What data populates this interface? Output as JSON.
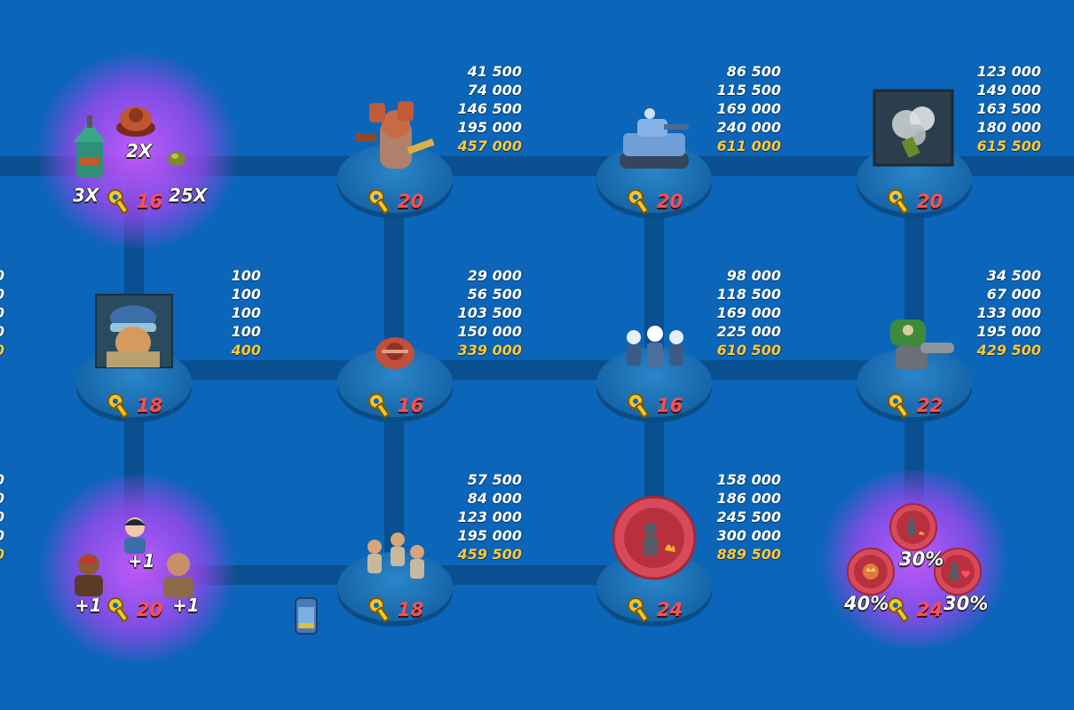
{
  "nodes": {
    "r1c1": {
      "cost": "16",
      "multipliers": [
        "3X",
        "2X",
        "25X"
      ]
    },
    "r1c2": {
      "cost": "20",
      "stats": [
        "41 500",
        "74 000",
        "146 500",
        "195 000"
      ],
      "total": "457 000"
    },
    "r1c3": {
      "cost": "20",
      "stats": [
        "86 500",
        "115 500",
        "169 000",
        "240 000"
      ],
      "total": "611 000"
    },
    "r1c4": {
      "cost": "20",
      "stats": [
        "123 000",
        "149 000",
        "163 500",
        "180 000"
      ],
      "total": "615 500"
    },
    "r2c1": {
      "cost": "18",
      "stats": [
        "100",
        "100",
        "100",
        "100"
      ],
      "total": "400"
    },
    "r2c2": {
      "cost": "16",
      "stats": [
        "29 000",
        "56 500",
        "103 500",
        "150 000"
      ],
      "total": "339 000"
    },
    "r2c3": {
      "cost": "16",
      "stats": [
        "98 000",
        "118 500",
        "169 000",
        "225 000"
      ],
      "total": "610 500"
    },
    "r2c4": {
      "cost": "22",
      "stats": [
        "34 500",
        "67 000",
        "133 000",
        "195 000"
      ],
      "total": "429 500"
    },
    "r3c1": {
      "cost": "20",
      "bonuses": [
        "+1",
        "+1",
        "+1"
      ]
    },
    "r3c2": {
      "cost": "18",
      "stats": [
        "57 500",
        "84 000",
        "123 000",
        "195 000"
      ],
      "total": "459 500"
    },
    "r3c3": {
      "cost": "24",
      "stats": [
        "158 000",
        "186 000",
        "245 500",
        "300 000"
      ],
      "total": "889 500"
    },
    "r3c4": {
      "cost": "24",
      "percents": [
        "30%",
        "40%",
        "30%"
      ]
    }
  },
  "colors": {
    "background": "#0b65b8",
    "path": "#0a4f8f",
    "cost": "#ff4f4f",
    "total": "#ffc93a",
    "glow": "#b45cff"
  },
  "icons": [
    "key-icon",
    "turret-icon",
    "mine-icon",
    "tank-icon",
    "smoke-icon",
    "hero-portrait-icon",
    "grenade-icon",
    "cannon-icon",
    "troops-icon",
    "canister-icon"
  ]
}
